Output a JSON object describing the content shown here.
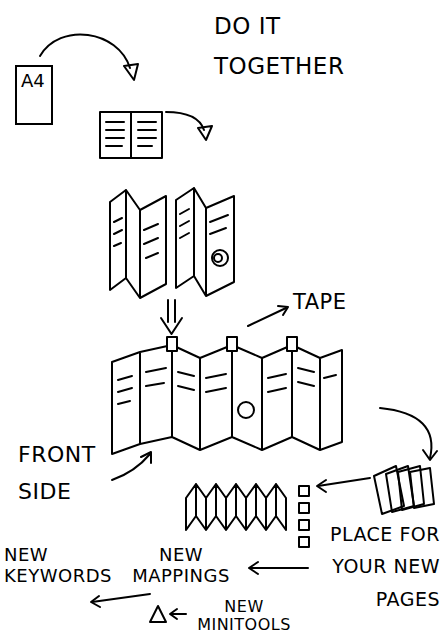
{
  "diagram": {
    "title": "DO IT TOGETHER",
    "nodes": [
      {
        "text": [
          "A4"
        ]
      }
    ],
    "labels": [
      "TAPE",
      "FRONT SIDE",
      "PLACE FOR YOUR NEW PAGES",
      "NEW MAPPINGS",
      "NEW KEYWORDS",
      "NEW MINITOOLS"
    ]
  }
}
